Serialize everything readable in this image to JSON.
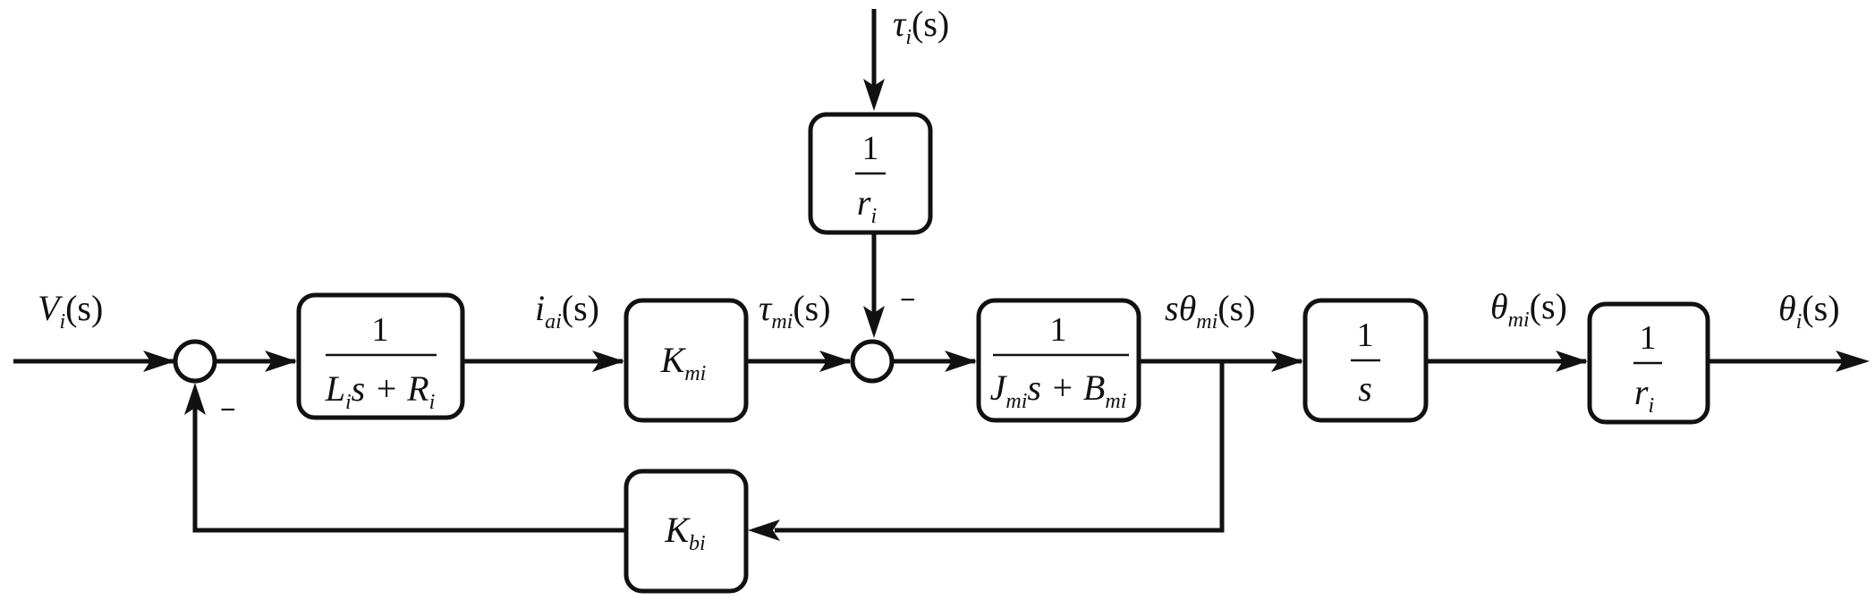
{
  "signals": {
    "input": {
      "main": "V",
      "sub": "i",
      "arg": "(s)"
    },
    "current": {
      "main": "i",
      "sub": "ai",
      "arg": "(s)"
    },
    "motor_torque": {
      "main": "τ",
      "sub": "mi",
      "arg": "(s)"
    },
    "load_torque": {
      "main": "τ",
      "sub": "i",
      "arg": "(s)"
    },
    "velocity": {
      "pre": "s",
      "main": "θ",
      "sub": "mi",
      "arg": "(s)"
    },
    "motor_angle": {
      "main": "θ",
      "sub": "mi",
      "arg": "(s)"
    },
    "output": {
      "main": "θ",
      "sub": "i",
      "arg": "(s)"
    }
  },
  "blocks": {
    "electrical": {
      "numerator": "1",
      "den_a": "L",
      "den_a_sub": "i",
      "den_b": "s + R",
      "den_b_sub": "i"
    },
    "torque_const": {
      "main": "K",
      "sub": "mi"
    },
    "mechanical": {
      "numerator": "1",
      "den_a": "J",
      "den_a_sub": "mi",
      "den_b": "s + B",
      "den_b_sub": "mi"
    },
    "integrator": {
      "numerator": "1",
      "denominator": "s"
    },
    "gear_ratio_out": {
      "numerator": "1",
      "den_main": "r",
      "den_sub": "i"
    },
    "gear_ratio_load": {
      "numerator": "1",
      "den_main": "r",
      "den_sub": "i"
    },
    "back_emf": {
      "main": "K",
      "sub": "bi"
    }
  },
  "signs": {
    "sum1_feedback": "−",
    "sum2_disturbance": "−"
  }
}
